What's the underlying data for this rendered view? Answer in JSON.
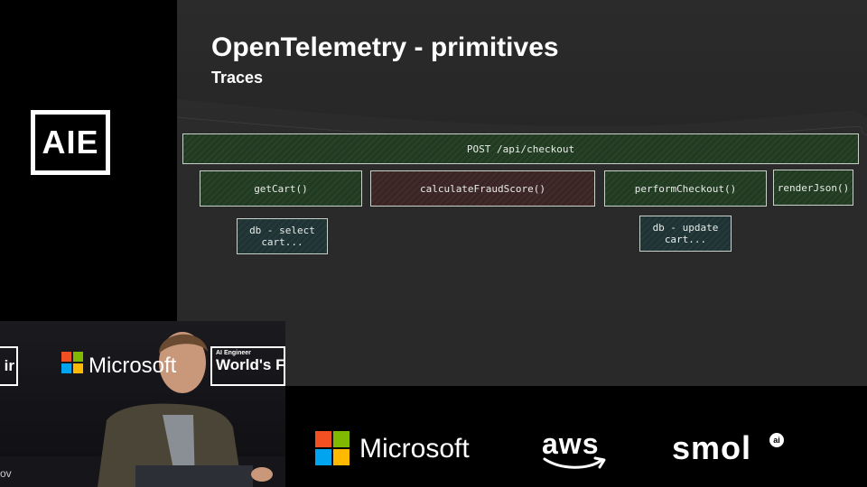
{
  "brand": {
    "logo_text": "AIE"
  },
  "slide": {
    "title": "OpenTelemetry - primitives",
    "subtitle": "Traces",
    "spans": {
      "root": "POST /api/checkout",
      "get_cart": "getCart()",
      "calculate_fraud_score": "calculateFraudScore()",
      "perform_checkout": "performCheckout()",
      "render_json": "renderJson()",
      "db_select": "db - select\ncart...",
      "db_update": "db - update\ncart..."
    }
  },
  "video": {
    "sponsor_text": "Microsoft",
    "banner_small": "AI Engineer",
    "banner_big": "World's Fai",
    "banner_left": "ir",
    "bottom_text": "ov"
  },
  "sponsors": {
    "microsoft": "Microsoft",
    "aws": "aws",
    "smol": "smol",
    "smol_badge": "ai"
  },
  "colors": {
    "ms_red": "#f25022",
    "ms_green": "#7fba00",
    "ms_blue": "#00a4ef",
    "ms_yellow": "#ffb900",
    "aws_smile": "#ffffff"
  }
}
